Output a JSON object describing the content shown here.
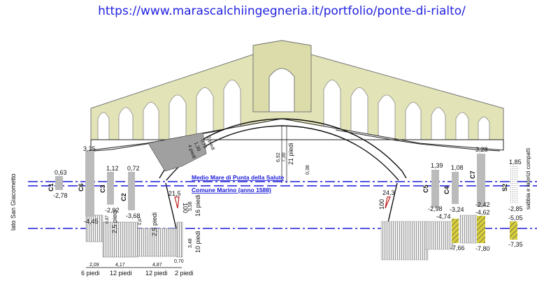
{
  "url": "https://www.marascalchiingegneria.it/portfolio/ponte-di-rialto/",
  "colors": {
    "water_line": "#1a1ad8",
    "bridge_stone": "#e3e3b8",
    "fill_gray": "#a0a0a0",
    "yellow_hatch": "#d8cf3a",
    "red": "#c02020"
  },
  "side_label": "lato San Giacometto",
  "water_levels": {
    "medio_mare": "Medio Mare di Punta della Salute",
    "comune_marino": "Comune Marino (anno 1588)"
  },
  "bores": [
    {
      "name": "C1",
      "top": "0,63",
      "bottom": "-2,78"
    },
    {
      "name": "C6",
      "top": "3,25",
      "bottom": "-4,45"
    },
    {
      "name": "C3",
      "top": "1,12",
      "bottom": "-2,92"
    },
    {
      "name": "C2",
      "top": "0,72",
      "bottom": "-3,68"
    },
    {
      "name": "C5",
      "top": "1,39",
      "bottom": "-2,98"
    },
    {
      "name": "C4",
      "top": "1,08",
      "bottom": "-3,24",
      "deep_top": "-4,74",
      "deep_bottom": "-7,66"
    },
    {
      "name": "C7",
      "top": "3,28",
      "bottom": "-2,42",
      "deep_top": "-4,62",
      "deep_bottom": "-7,80"
    },
    {
      "name": "S2",
      "top": "1,85",
      "bottom": "-2,85",
      "deep_top": "-5,05",
      "deep_bottom": "-7,35",
      "note": "sabbia e laterizi compatti"
    }
  ],
  "dimensions": {
    "arch_rise": "6,92",
    "arch_rise_2": "7,30",
    "arch_rise_piedi": "21 piedi",
    "arch_base_offset": "0,38",
    "abutment_height": "5,56",
    "abutment_piedi": "16 piedi",
    "pile_depth": "3,48",
    "pile_piedi": "10 piedi",
    "step_1": "0,87",
    "step_1_piedi": "2,5 piedi",
    "step_2": "0,87",
    "step_2_piedi": "2,5 piedi",
    "ring_1": "2 piedi",
    "ring_2": "0,70",
    "ring_3": "1,39",
    "ring_4": "4 piedi",
    "slope_left": "21,5",
    "slope_left_base": "100",
    "slope_right": "24,3",
    "slope_right_base": "100",
    "spans": [
      {
        "m": "2,09",
        "piedi": "6 piedi"
      },
      {
        "m": "4,17",
        "piedi": "12 piedi"
      },
      {
        "m": "4,87",
        "piedi": "12 piedi"
      },
      {
        "m": "0,70",
        "piedi": "2 piedi"
      }
    ]
  }
}
